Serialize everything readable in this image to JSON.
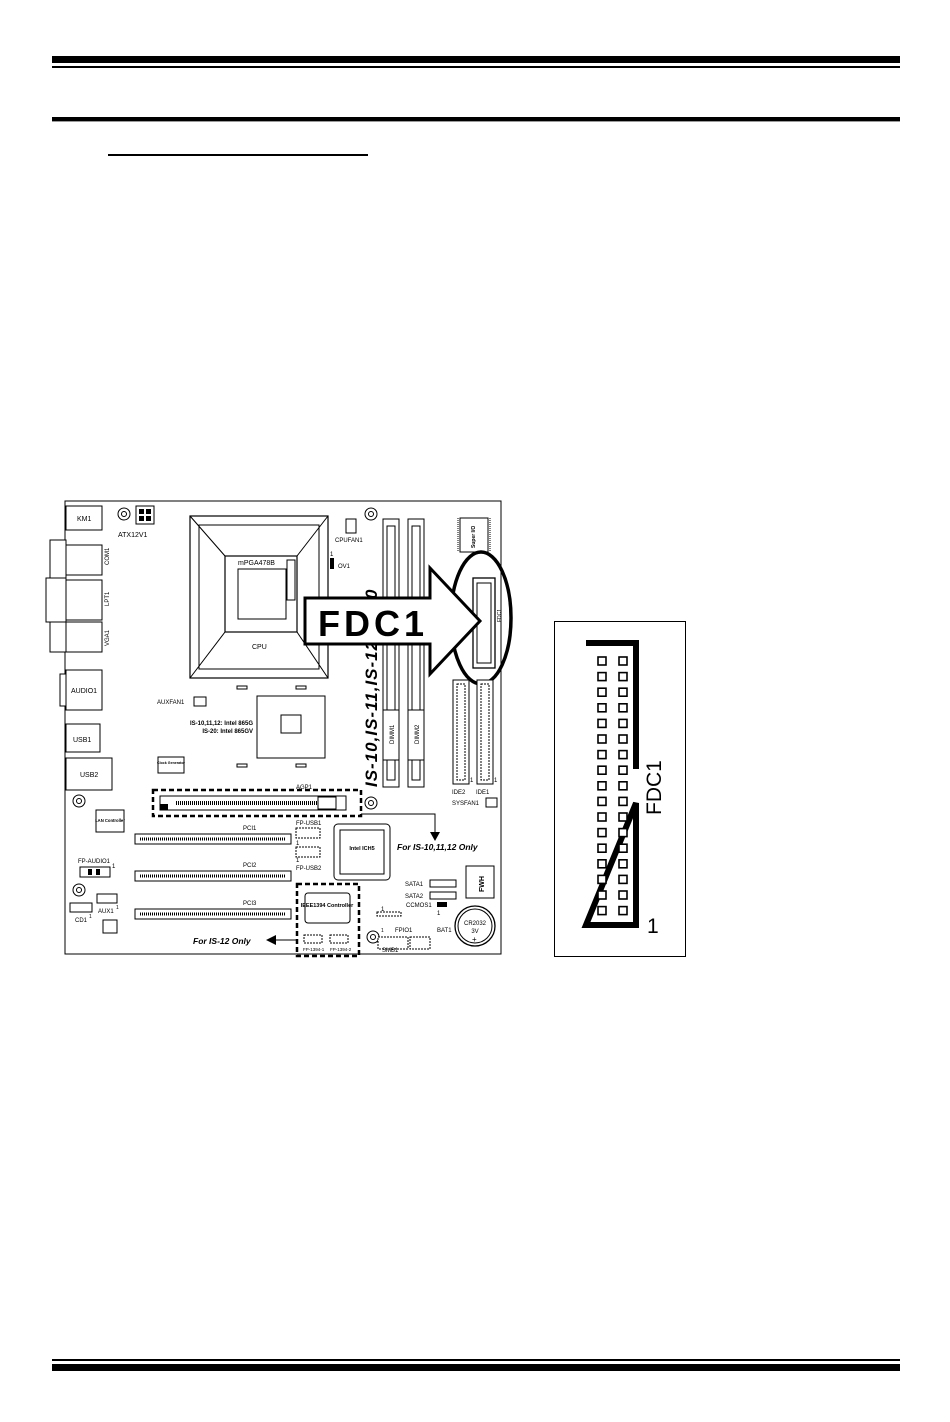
{
  "board": {
    "top_labels": {
      "km1": "KM1",
      "atx12v1": "ATX12V1",
      "cpufan1": "CPUFAN1",
      "ov1": "OV1",
      "pin1_ov": "1",
      "com1": "COM1",
      "lpt1": "LPT1",
      "vga1": "VGA1",
      "socket": "mPGA478B",
      "cpu": "CPU",
      "audio1": "AUDIO1",
      "usb1": "USB1",
      "usb2": "USB2",
      "auxfan1": "AUXFAN1",
      "chipset_line1": "IS-10,11,12: Intel 865G",
      "chipset_line2": "IS-20: Intel 865GV",
      "clock_gen": "Clock Generator",
      "super_io": "Super I/O",
      "dimm1": "DIMM1",
      "dimm2": "DIMM2",
      "model_text": "IS-10,IS-11,IS-12,IS-20",
      "fdc1_callout": "FDC1",
      "fdc1_small": "FDC1",
      "ide2": "IDE2",
      "ide1": "IDE1",
      "pin1_ide2": "1",
      "pin1_ide1": "1",
      "sysfan1": "SYSFAN1",
      "agp1": "AGP1",
      "lan": "LAN Controller",
      "pci1": "PCI1",
      "pci2": "PCI2",
      "pci3": "PCI3",
      "fp_usb1": "FP-USB1",
      "fp_usb2": "FP-USB2",
      "pin1_usb1": "1",
      "pin1_usb2": "1",
      "ich5": "Intel ICH5",
      "note_is101112": "For IS-10,11,12 Only",
      "fp_audio1": "FP-AUDIO1",
      "pin1_fpaudio": "1",
      "aux1": "AUX1",
      "pin1_aux": "1",
      "cd1": "CD1",
      "pin1_cd": "1",
      "ieee1394": "IEEE1394 Controller",
      "fp1394_1": "FP-1394-1",
      "fp1394_2": "FP-1394-2",
      "note_is12": "For IS-12 Only",
      "sata1": "SATA1",
      "sata2": "SATA2",
      "fwh": "FWH",
      "ccmos1": "CCMOS1",
      "pin1_ccmos": "1",
      "smb1": "SMB1",
      "pin1_smb": "1",
      "fpio1": "FPIO1",
      "pin1_fpio": "1",
      "bat1": "BAT1",
      "battery_line1": "CR2032",
      "battery_line2": "3V"
    }
  },
  "detail": {
    "label": "FDC1",
    "pin1": "1",
    "pin_rows": 17,
    "pin_cols": 2
  }
}
